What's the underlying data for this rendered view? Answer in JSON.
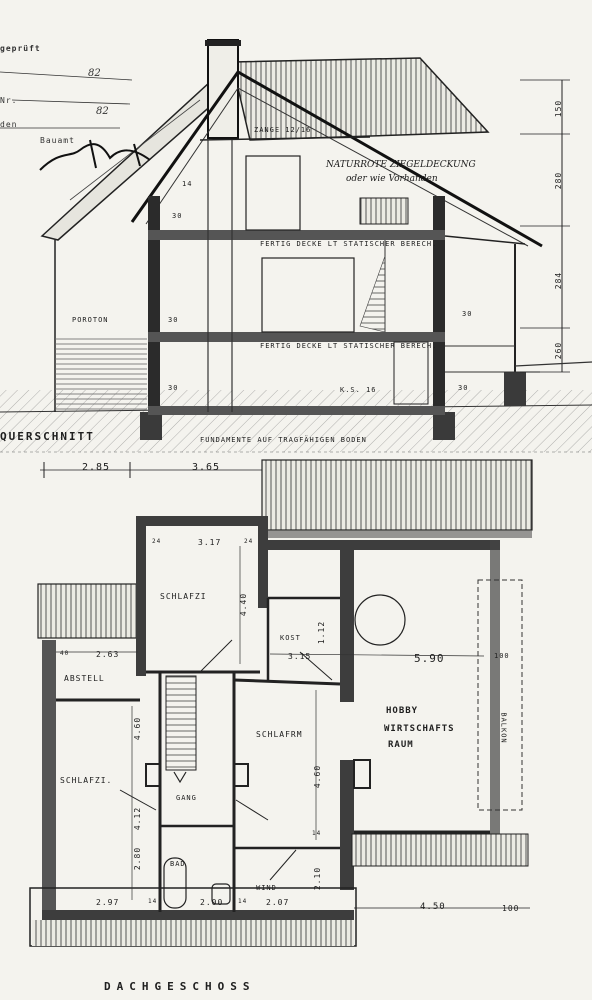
{
  "stamp": {
    "header": "geprüft",
    "year_1": "82",
    "nr_label": "Nr.",
    "year_2": "82",
    "den_label": "den",
    "office": "Bauamt"
  },
  "section": {
    "title": "QUERSCHNITT",
    "roof_note_1": "NATURROTE ZIEGELDECKUNG",
    "roof_note_2": "oder wie Vorhanden",
    "beam_label": "ZANGE 12/16",
    "slope_label": "14",
    "floor_1": "FERTIG DECKE LT STATISCHER BERECH.",
    "floor_2": "FERTIG DECKE LT STATISCHER BERECH.",
    "porotherm": "POROTON",
    "kiesschuettung": "K.S. 16",
    "foundation": "FUNDAMENTE AUF TRAGFÄHIGEN BODEN",
    "wall_labels": [
      "30",
      "30",
      "30",
      "30",
      "30"
    ],
    "heights": [
      "150",
      "280",
      "284",
      "260"
    ]
  },
  "plan": {
    "title": "DACHGESCHOSS",
    "top_dims": [
      "2.85",
      "3.65"
    ],
    "bottom_dims": [
      "4.50",
      "100"
    ],
    "rooms": {
      "schlafzi_top": "SCHLAFZI",
      "abstell": "ABSTELL",
      "schlafzi_left": "SCHLAFZI.",
      "gang": "GANG",
      "bad": "BAD",
      "schlafrm": "SCHLAFRM",
      "wind": "WIND",
      "hobby": "HOBBY",
      "wirtschaft": "WIRTSCHAFTS",
      "raum": "RAUM",
      "balkon": "BALKON",
      "kost": "KOST"
    },
    "dims": {
      "schlafzi_top_w": "3.17",
      "schlafzi_top_h": "4.40",
      "abstell_w": "2.63",
      "left_h": "4.60",
      "left_lower": "4.12",
      "left_low2": "2.80",
      "left_bottom": "2.97",
      "kost_w": "3.15",
      "kost_h": "1.12",
      "hobby_w": "5.90",
      "balkon_w": "100",
      "schlafrm_h": "4.60",
      "wind_h": "2.10",
      "bad_w": "2.00",
      "center_bottom": "2.07",
      "small_a": "24",
      "small_b": "24",
      "small_c": "14",
      "small_d": "14",
      "small_e": "14",
      "small_f": "40"
    }
  }
}
